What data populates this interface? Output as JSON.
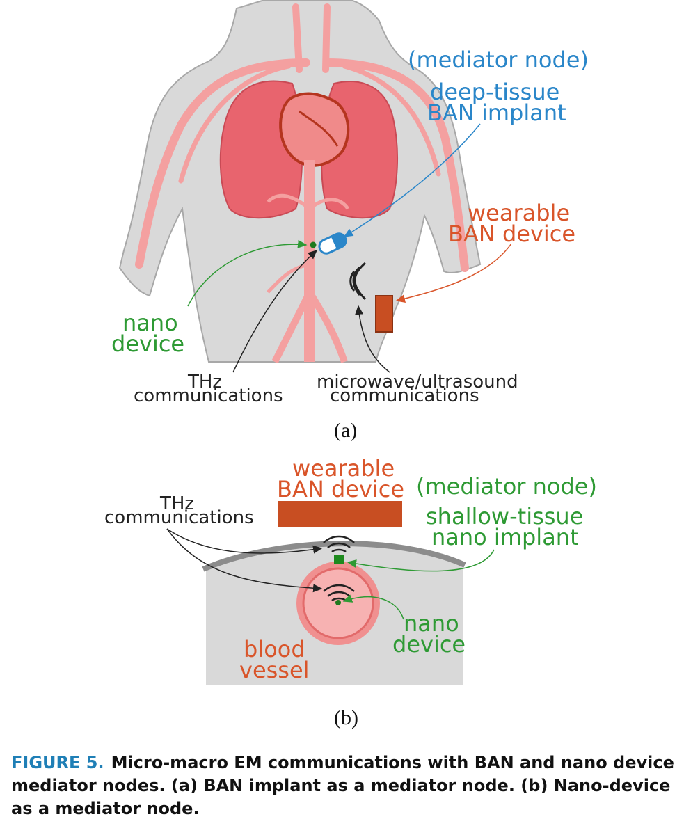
{
  "panel_a": {
    "mediator": "(mediator node)",
    "implant_line1": "deep-tissue",
    "implant_line2": "BAN implant",
    "wearable_line1": "wearable",
    "wearable_line2": "BAN device",
    "nano_line1": "nano",
    "nano_line2": "device",
    "thz_line1": "THz",
    "thz_line2": "communications",
    "mw_line1": "microwave/ultrasound",
    "mw_line2": "communications",
    "letter": "(a)"
  },
  "panel_b": {
    "wearable_line1": "wearable",
    "wearable_line2": "BAN device",
    "mediator": "(mediator node)",
    "implant_line1": "shallow-tissue",
    "implant_line2": "nano implant",
    "thz_line1": "THz",
    "thz_line2": "communications",
    "nano_line1": "nano",
    "nano_line2": "device",
    "vessel_line1": "blood",
    "vessel_line2": "vessel",
    "letter": "(b)"
  },
  "caption": {
    "number": "FIGURE 5.",
    "text": "Micro-macro EM communications with BAN and nano device mediator nodes. (a) BAN implant as a mediator node. (b) Nano-device as a mediator node."
  },
  "colors": {
    "blue": "#2a86c9",
    "orange": "#d9552a",
    "green": "#2e9a34",
    "body_gray": "#d9d9d9",
    "vessel_pink": "#f4a0a0",
    "lung_red": "#e8646e",
    "caption_blue": "#1f7fb6"
  }
}
